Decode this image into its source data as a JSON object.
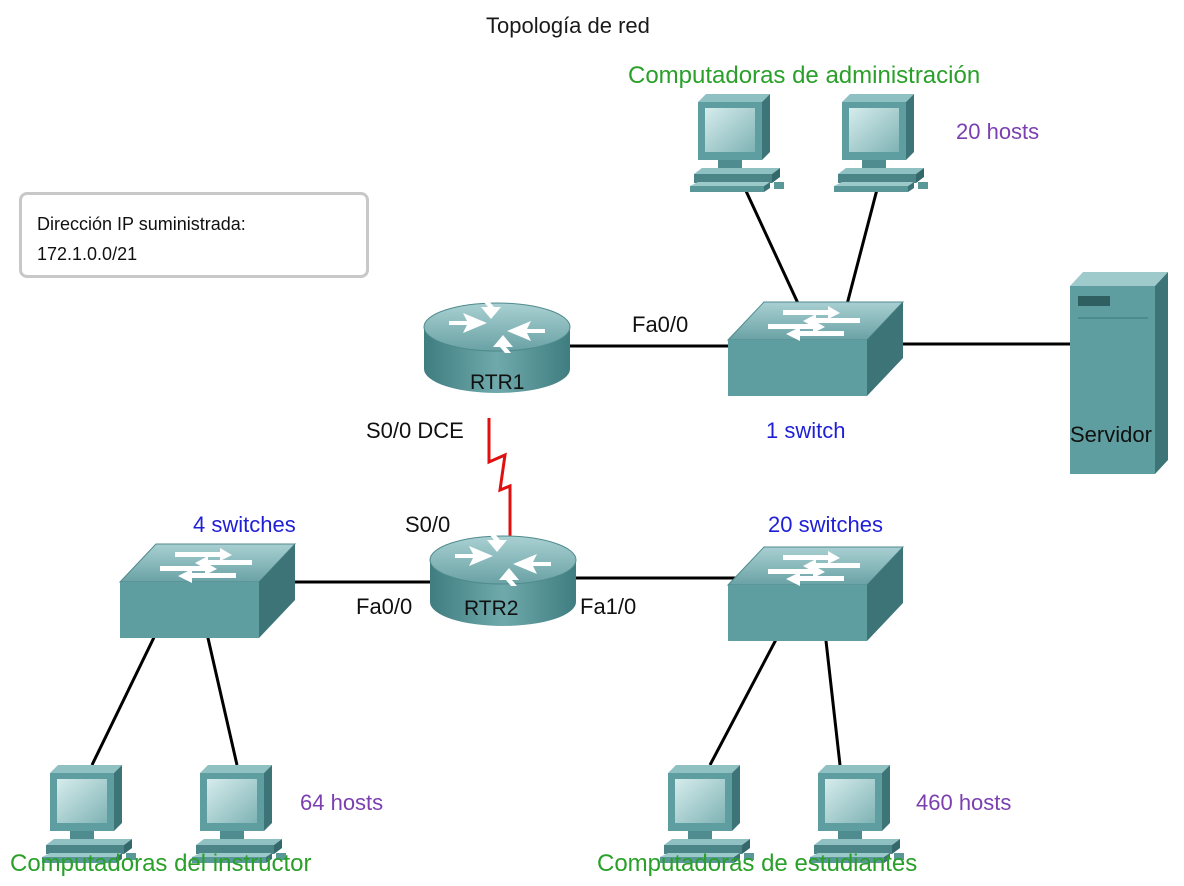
{
  "title": "Topología de red",
  "ip_box": {
    "line1": "Dirección IP suministrada:",
    "line2": "172.1.0.0/21"
  },
  "routers": {
    "rtr1": "RTR1",
    "rtr2": "RTR2"
  },
  "interfaces": {
    "rtr1_fa": "Fa0/0",
    "rtr1_serial": "S0/0 DCE",
    "rtr2_serial": "S0/0",
    "rtr2_fa0": "Fa0/0",
    "rtr2_fa1": "Fa1/0"
  },
  "groups": {
    "admin": {
      "name": "Computadoras de administración",
      "hosts": "20 hosts",
      "switches": "1 switch"
    },
    "instructor": {
      "name": "Computadoras del instructor",
      "hosts": "64 hosts",
      "switches": "4 switches"
    },
    "students": {
      "name": "Computadoras de estudiantes",
      "hosts": "460 hosts",
      "switches": "20 switches"
    }
  },
  "server": "Servidor",
  "colors": {
    "group_label": "#2aa02a",
    "switch_label": "#1f1fd6",
    "host_count": "#7b3fb0",
    "serial_link": "#e01010",
    "device_teal": "#5f9ea0"
  },
  "icons": [
    "router-icon",
    "switch-icon",
    "pc-icon",
    "server-icon"
  ]
}
